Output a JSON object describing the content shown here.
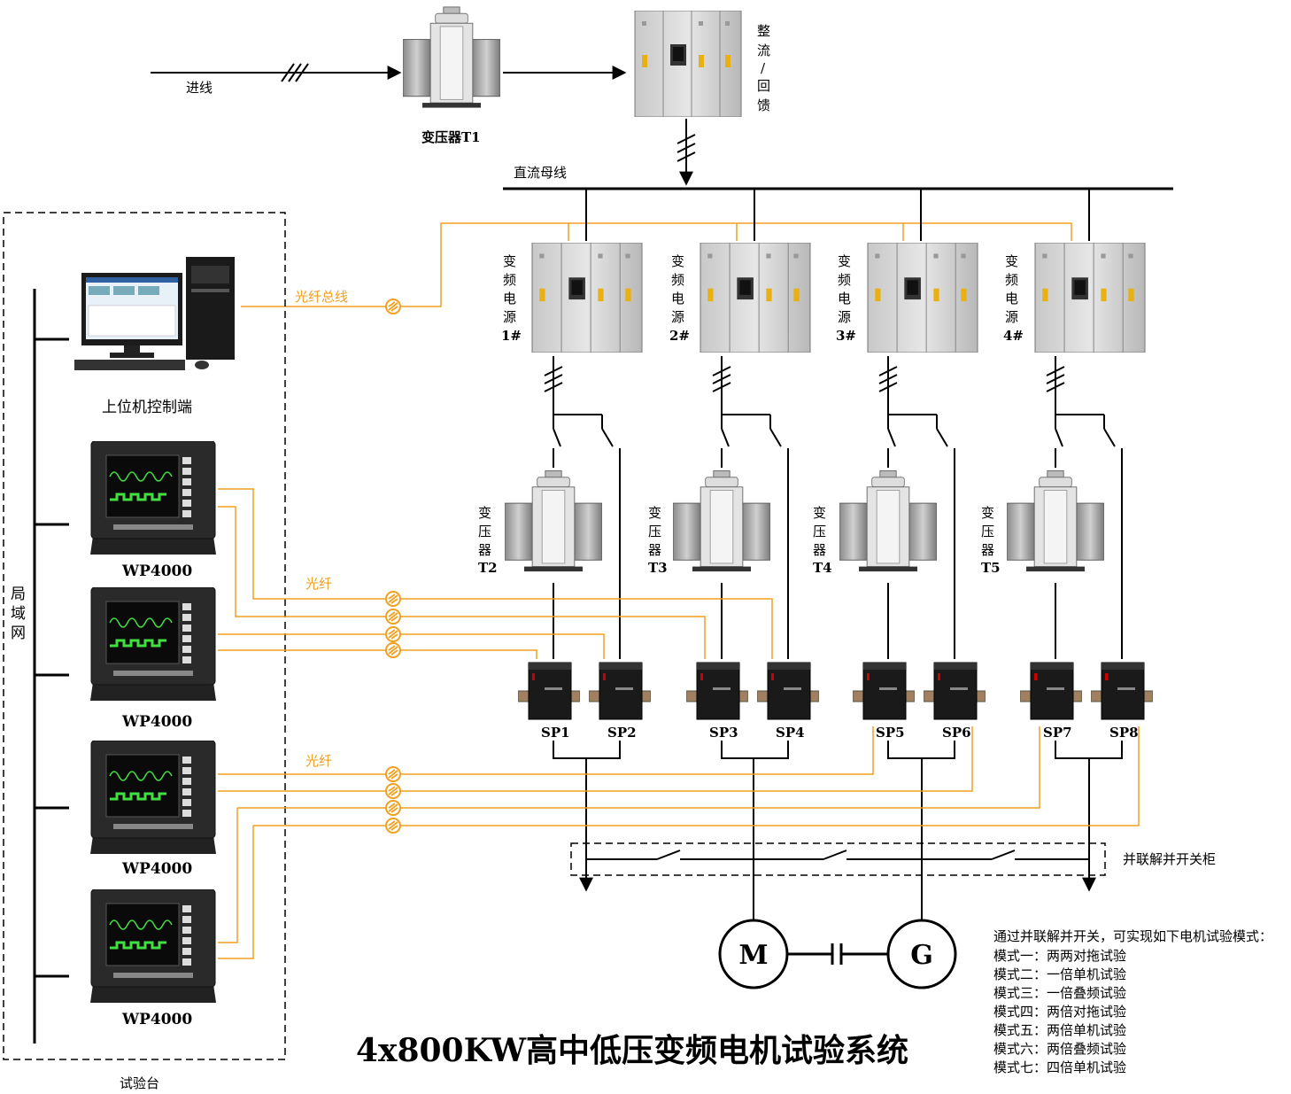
{
  "title": "4x800KW高中低压变频电机试验系统",
  "labels": {
    "incoming": "进线",
    "transformer_t1": "变压器T1",
    "rectifier": [
      "整",
      "流",
      "/",
      "回",
      "馈"
    ],
    "dc_bus": "直流母线",
    "fiber_bus": "光纤总线",
    "fiber": "光纤",
    "host_pc": "上位机控制端",
    "lan": [
      "局",
      "域",
      "网"
    ],
    "test_bench": "试验台",
    "switch_cabinet": "并联解并开关柜"
  },
  "inverters": [
    {
      "lines": [
        "变",
        "频",
        "电",
        "源"
      ],
      "id": "1#"
    },
    {
      "lines": [
        "变",
        "频",
        "电",
        "源"
      ],
      "id": "2#"
    },
    {
      "lines": [
        "变",
        "频",
        "电",
        "源"
      ],
      "id": "3#"
    },
    {
      "lines": [
        "变",
        "频",
        "电",
        "源"
      ],
      "id": "4#"
    }
  ],
  "transformers": [
    {
      "lines": [
        "变",
        "压",
        "器"
      ],
      "id": "T2"
    },
    {
      "lines": [
        "变",
        "压",
        "器"
      ],
      "id": "T3"
    },
    {
      "lines": [
        "变",
        "压",
        "器"
      ],
      "id": "T4"
    },
    {
      "lines": [
        "变",
        "压",
        "器"
      ],
      "id": "T5"
    }
  ],
  "sensors": [
    "SP1",
    "SP2",
    "SP3",
    "SP4",
    "SP5",
    "SP6",
    "SP7",
    "SP8"
  ],
  "analyzers": [
    "WP4000",
    "WP4000",
    "WP4000",
    "WP4000"
  ],
  "machines": {
    "motor": "M",
    "generator": "G"
  },
  "modes": [
    "通过并联解并开关，可实现如下电机试验模式：",
    "模式一：两两对拖试验",
    "模式二：一倍单机试验",
    "模式三：一倍叠频试验",
    "模式四：两倍对拖试验",
    "模式五：两倍单机试验",
    "模式六：两倍叠频试验",
    "模式七：四倍单机试验"
  ],
  "colors": {
    "fiber": "#f0a020",
    "line": "#000000",
    "cabinet": "#d8d8d8",
    "cabinet_accent": "#e8b010"
  }
}
